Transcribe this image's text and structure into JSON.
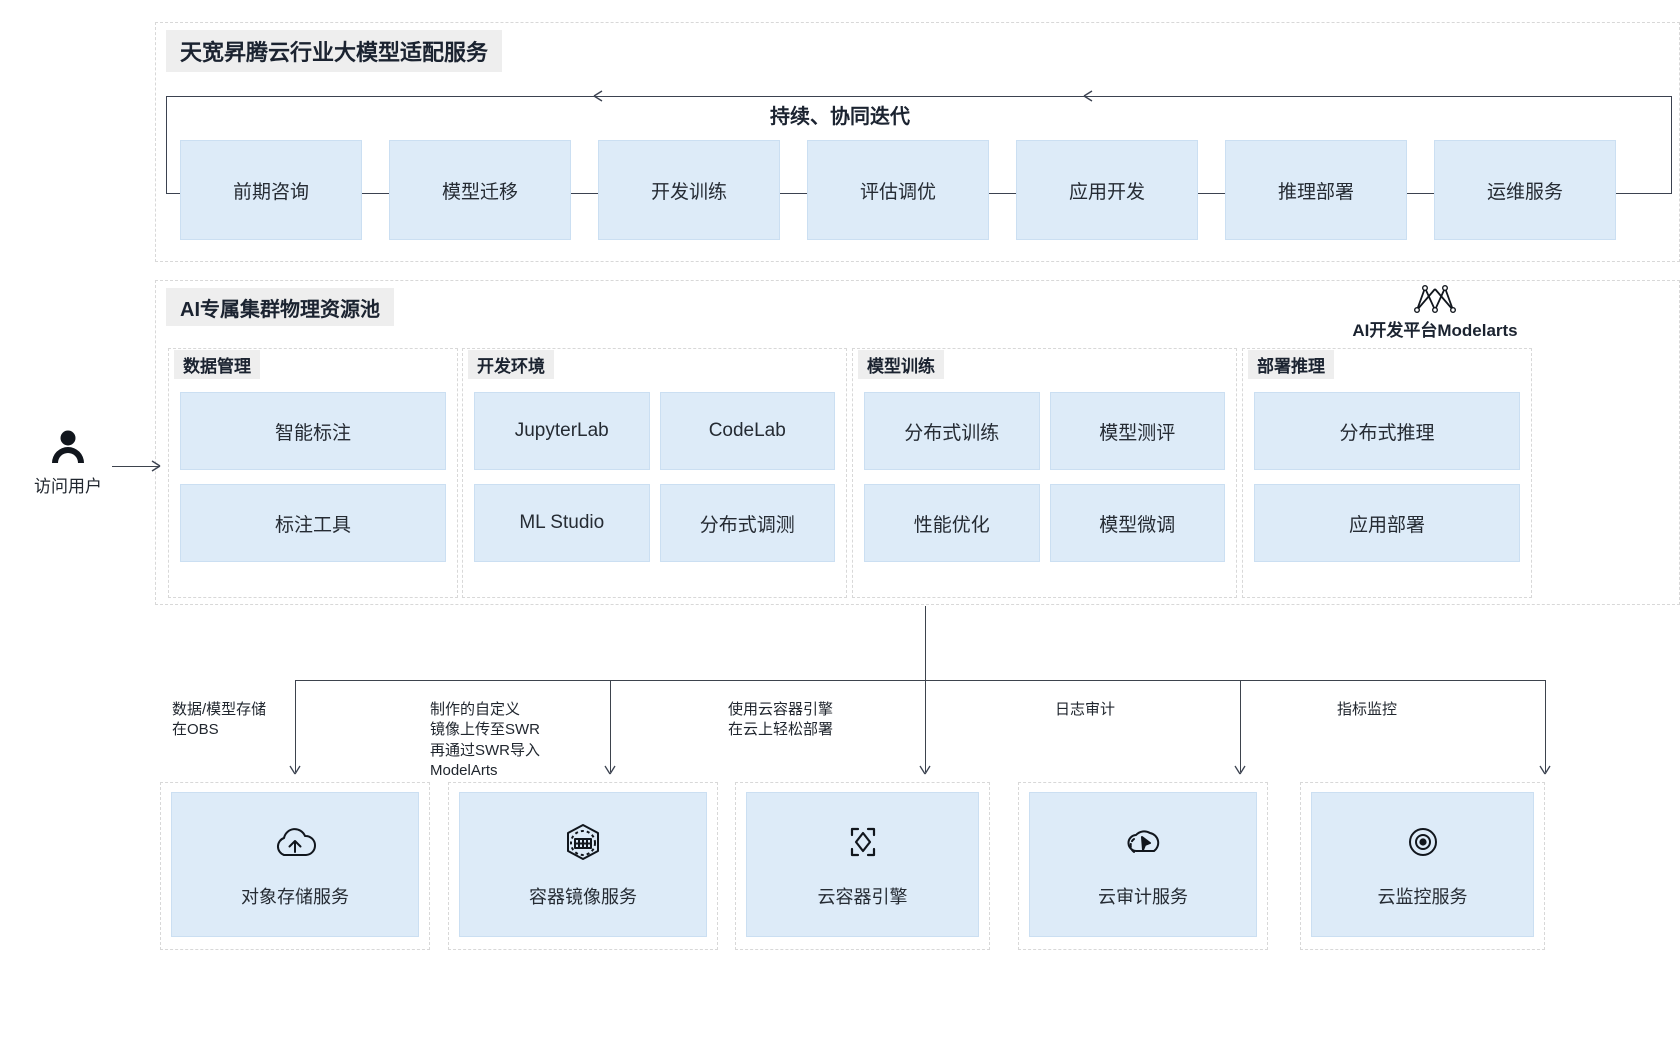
{
  "diagram": {
    "title": "天宽昇腾云行业大模型适配服务",
    "accent_blue": "#ddebf8",
    "badge_gray": "#eeeeee",
    "line_color": "#3d434d"
  },
  "actor": {
    "icon": "user-icon",
    "label": "访问用户"
  },
  "top_section": {
    "badge": "天宽昇腾云行业大模型适配服务",
    "loop_label": "持续、协同迭代",
    "stages": [
      {
        "label": "前期咨询"
      },
      {
        "label": "模型迁移"
      },
      {
        "label": "开发训练"
      },
      {
        "label": "评估调优"
      },
      {
        "label": "应用开发"
      },
      {
        "label": "推理部署"
      },
      {
        "label": "运维服务"
      }
    ]
  },
  "platform_section": {
    "badge": "AI专属集群物理资源池",
    "product": {
      "logo": "modelarts-logo",
      "label": "AI开发平台Modelarts"
    },
    "groups": [
      {
        "badge": "数据管理",
        "columns": 1,
        "items": [
          "智能标注",
          "标注工具"
        ]
      },
      {
        "badge": "开发环境",
        "columns": 2,
        "items": [
          "JupyterLab",
          "CodeLab",
          "ML Studio",
          "分布式调测"
        ]
      },
      {
        "badge": "模型训练",
        "columns": 2,
        "items": [
          "分布式训练",
          "模型测评",
          "性能优化",
          "模型微调"
        ]
      },
      {
        "badge": "部署推理",
        "columns": 1,
        "items": [
          "分布式推理",
          "应用部署"
        ]
      }
    ]
  },
  "connectors": [
    {
      "note": "数据/模型存储\n在OBS"
    },
    {
      "note": "制作的自定义\n镜像上传至SWR\n再通过SWR导入\nModelArts"
    },
    {
      "note": "使用云容器引擎\n在云上轻松部署"
    },
    {
      "note": "日志审计"
    },
    {
      "note": "指标监控"
    }
  ],
  "cloud_services": [
    {
      "icon": "cloud-upload-icon",
      "label": "对象存储服务"
    },
    {
      "icon": "container-registry-icon",
      "label": "容器镜像服务"
    },
    {
      "icon": "cloud-container-engine-icon",
      "label": "云容器引擎"
    },
    {
      "icon": "cloud-audit-icon",
      "label": "云审计服务"
    },
    {
      "icon": "cloud-monitor-icon",
      "label": "云监控服务"
    }
  ]
}
